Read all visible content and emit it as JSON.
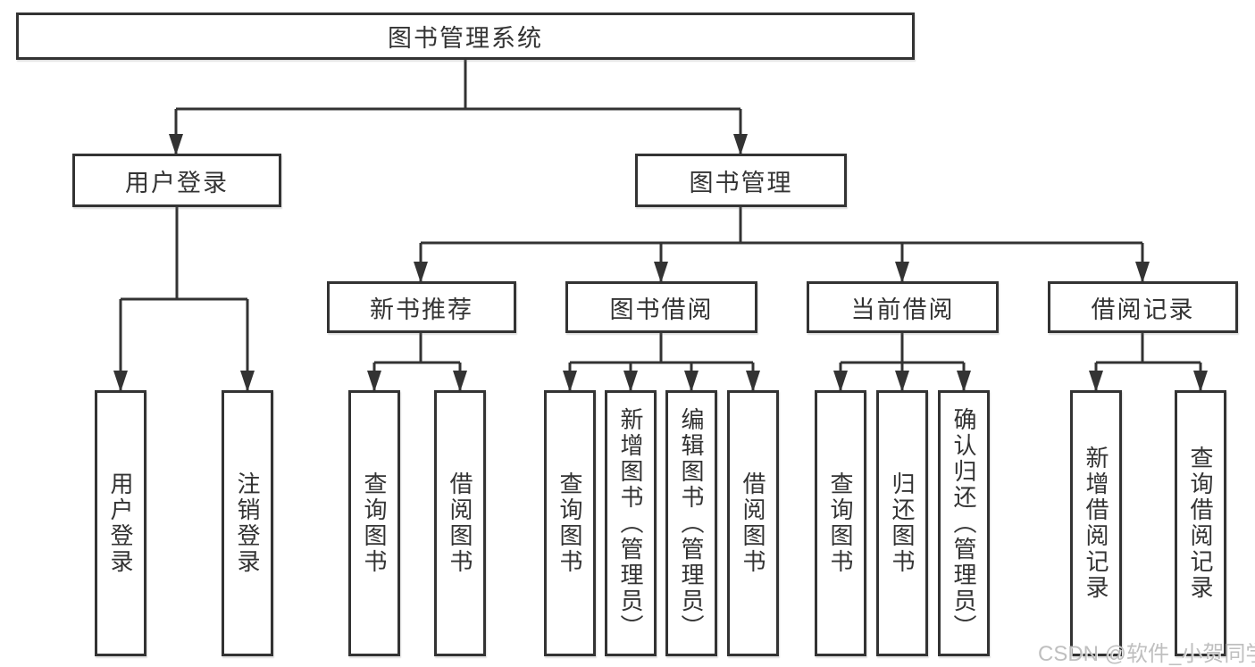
{
  "root": {
    "label": "图书管理系统"
  },
  "level2": {
    "user_login": "用户登录",
    "book_mgmt": "图书管理"
  },
  "level3": {
    "new_books": "新书推荐",
    "borrowing": "图书借阅",
    "current": "当前借阅",
    "records": "借阅记录"
  },
  "leaves": {
    "user_login_child1": "用户登录",
    "user_login_child2": "注销登录",
    "new_books_child1": "查询图书",
    "new_books_child2": "借阅图书",
    "borrowing_child1": "查询图书",
    "borrowing_child2": "新增图书（管理员）",
    "borrowing_child3": "编辑图书（管理员）",
    "borrowing_child4": "借阅图书",
    "current_child1": "查询图书",
    "current_child2": "归还图书",
    "current_child3": "确认归还（管理员）",
    "records_child1": "新增借阅记录",
    "records_child2": "查询借阅记录"
  },
  "watermark": "CSDN @软件_小贺同学",
  "colors": {
    "line": "#333333",
    "text": "#333333",
    "background": "#ffffff",
    "watermark": "#bababa"
  }
}
